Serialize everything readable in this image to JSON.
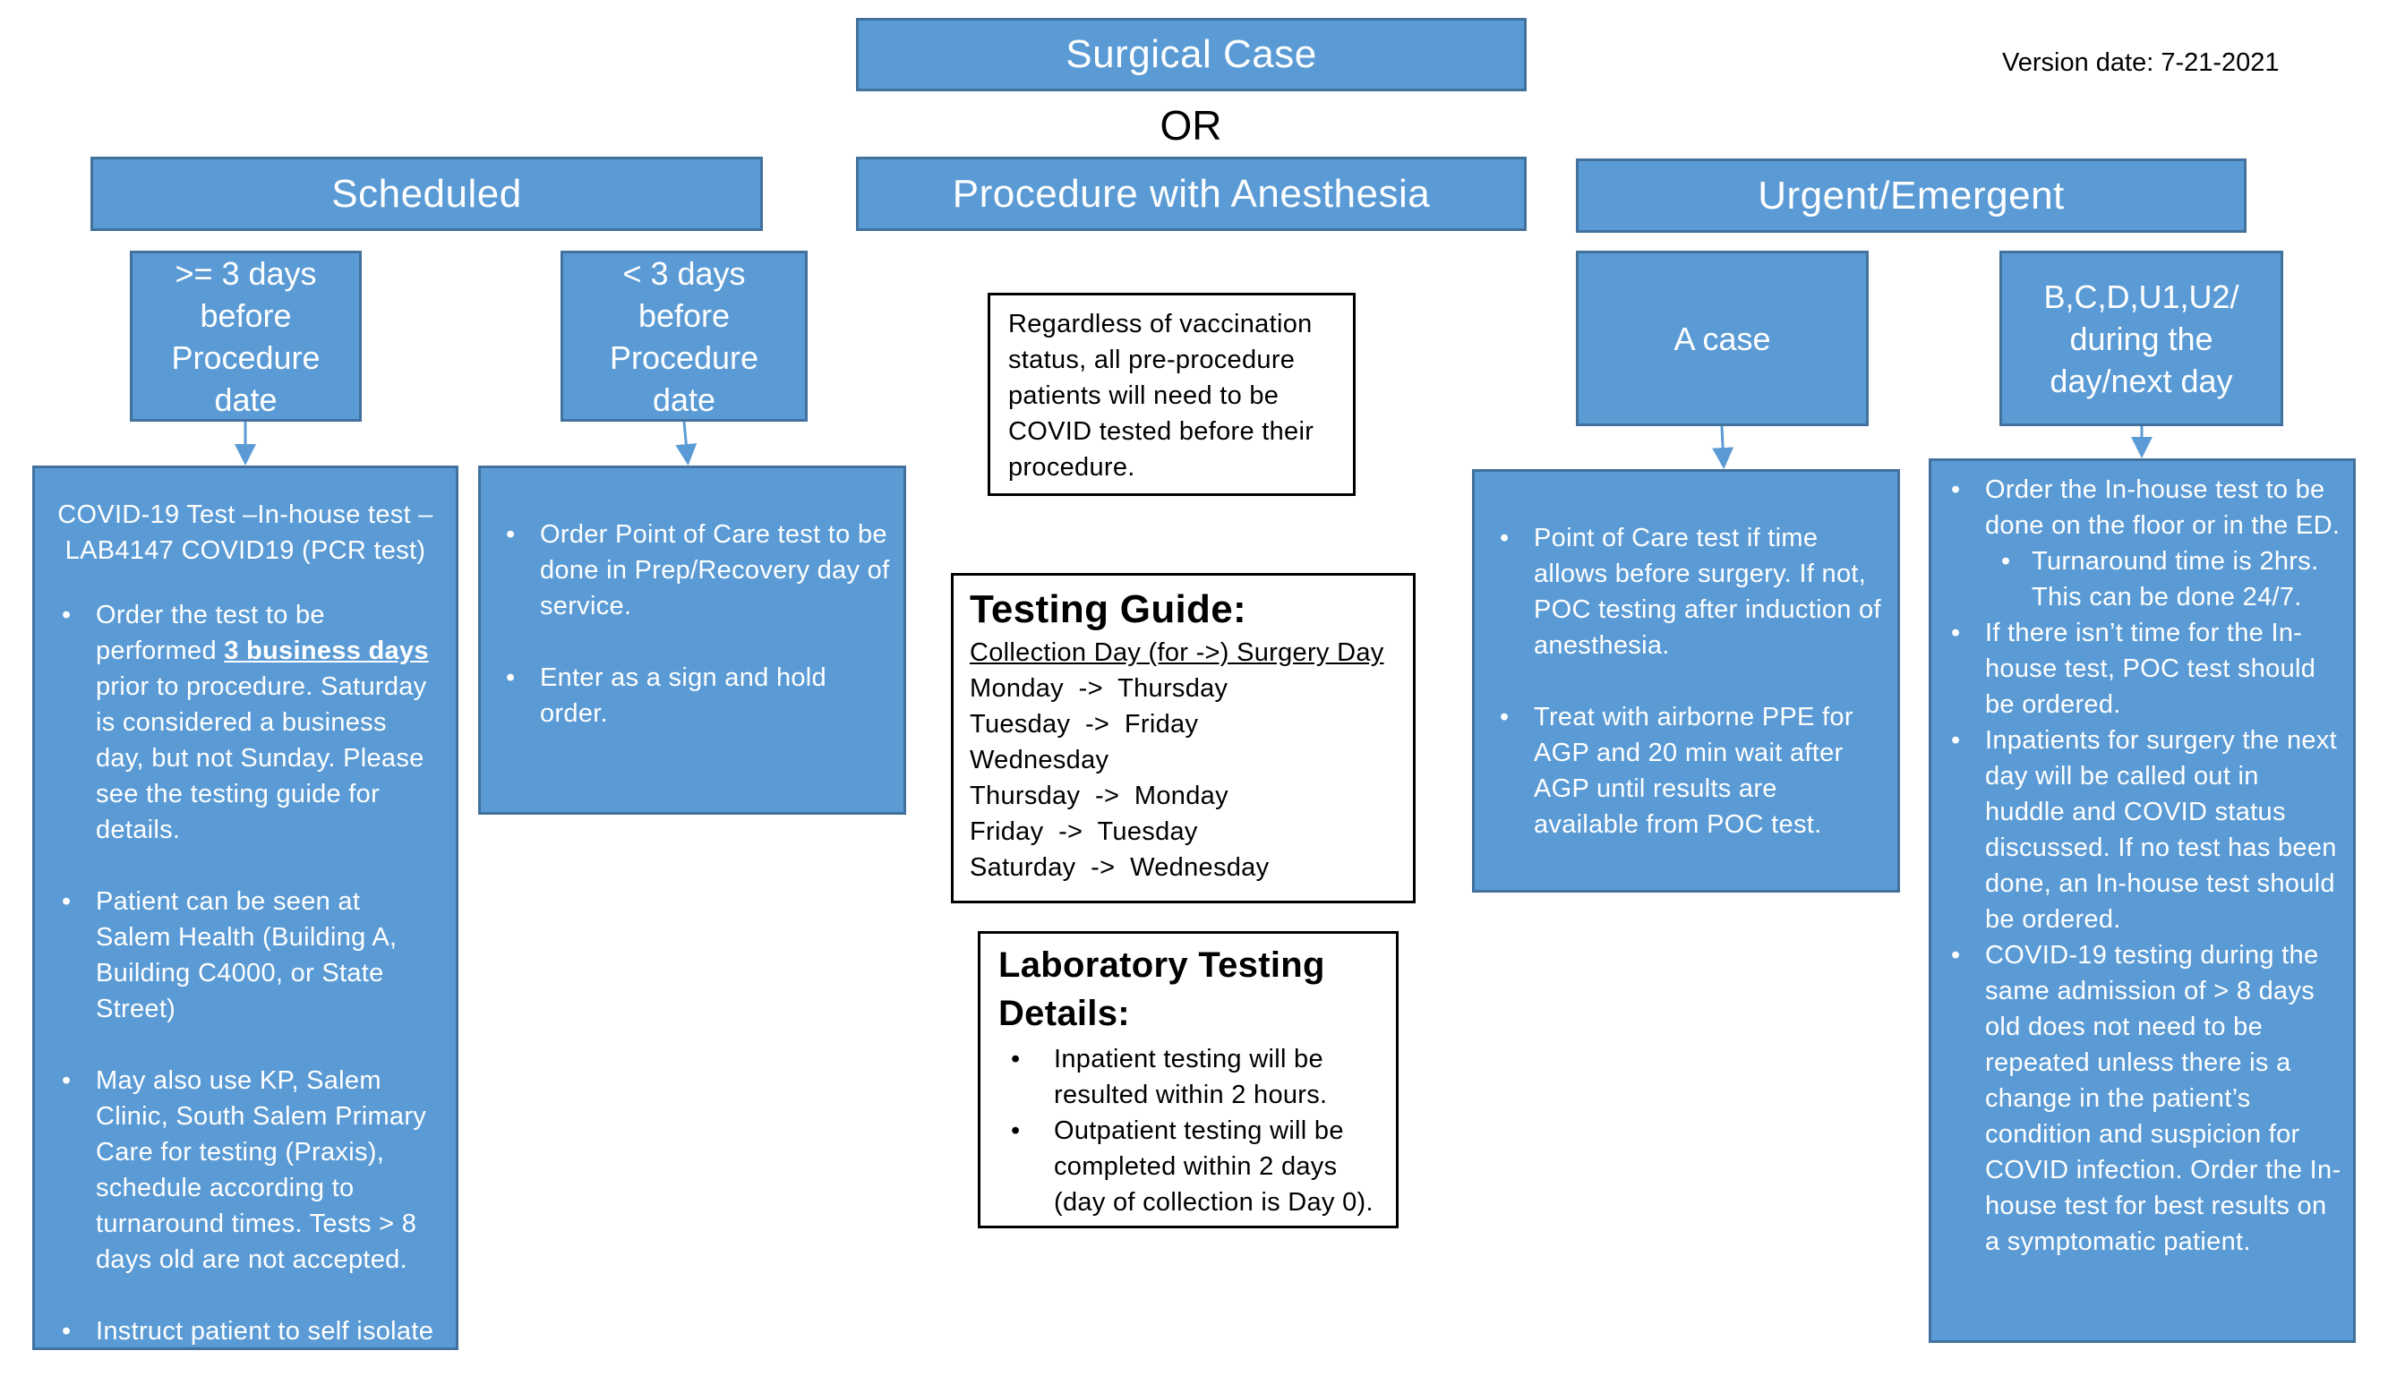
{
  "header": {
    "surgical_case": "Surgical Case",
    "or_label": "OR",
    "procedure_with_anesthesia": "Procedure with Anesthesia",
    "version_date": "Version date: 7-21-2021"
  },
  "scheduled": {
    "title": "Scheduled",
    "ge3": {
      "label_lines": [
        ">= 3 days",
        "before",
        "Procedure",
        "date"
      ],
      "test_title_lines": [
        "COVID-19 Test –In-house test –",
        "LAB4147  COVID19 (PCR test)"
      ],
      "bullet1_prefix": "Order the test to be performed ",
      "bullet1_emph": "3 business days",
      "bullet1_suffix": " prior to procedure.  Saturday is considered a business day, but not Sunday.  Please see the testing guide for details.",
      "bullet2": "Patient can be seen at Salem Health (Building A, Building C4000,  or State Street)",
      "bullet3": "May also use KP, Salem Clinic, South Salem Primary Care for testing (Praxis), schedule according to turnaround times.  Tests > 8 days old are not accepted.",
      "bullet4": "Instruct patient to self isolate after their test."
    },
    "lt3": {
      "label_lines": [
        "< 3 days",
        "before",
        "Procedure",
        "date"
      ],
      "bullet1": "Order Point of Care test to be done in Prep/Recovery day of service.",
      "bullet2": "Enter as a sign and hold order."
    }
  },
  "center": {
    "note": "Regardless of vaccination status, all pre-procedure patients will need to be COVID tested before their procedure.",
    "testing_guide": {
      "title": "Testing Guide:",
      "header": "Collection Day (for ->) Surgery Day",
      "rows": [
        "Monday  ->  Thursday",
        "Tuesday  ->  Friday",
        "Wednesday",
        "Thursday  ->  Monday",
        "Friday  ->  Tuesday",
        "Saturday  ->  Wednesday"
      ]
    },
    "lab_details": {
      "title_line1": "Laboratory Testing",
      "title_line2": "Details:",
      "bullet1": "Inpatient testing will be resulted within 2 hours.",
      "bullet2": "Outpatient testing will be completed within 2 days (day of collection is Day 0)."
    }
  },
  "urgent": {
    "title": "Urgent/Emergent",
    "a_case": {
      "label": "A case",
      "bullet1": "Point of Care test if time allows before surgery.  If not, POC testing after induction of anesthesia.",
      "bullet2": "Treat with airborne PPE for AGP and 20 min wait after AGP until results are available from POC test."
    },
    "bcd": {
      "label_lines": [
        "B,C,D,U1,U2/",
        "during the",
        "day/next day"
      ],
      "bullet1": "Order the In-house test to be done on the floor or in the ED.",
      "sub_bullet": "Turnaround time is 2hrs. This can be done 24/7.",
      "bullet2": "If there isn’t time for the In-house test, POC test should be ordered.",
      "bullet3": "Inpatients for surgery the next day will be called out in huddle and COVID status discussed.  If no test has been done, an In-house test should be ordered.",
      "bullet4": "COVID-19 testing during the same admission of > 8 days old does not need to be repeated unless there is a change in the patient’s condition and suspicion for COVID infection.  Order the In-house test for best results on a symptomatic patient."
    }
  },
  "colors": {
    "box_fill": "#5b9bd5",
    "box_border": "#41719c",
    "text_on_blue": "#ffffff"
  }
}
